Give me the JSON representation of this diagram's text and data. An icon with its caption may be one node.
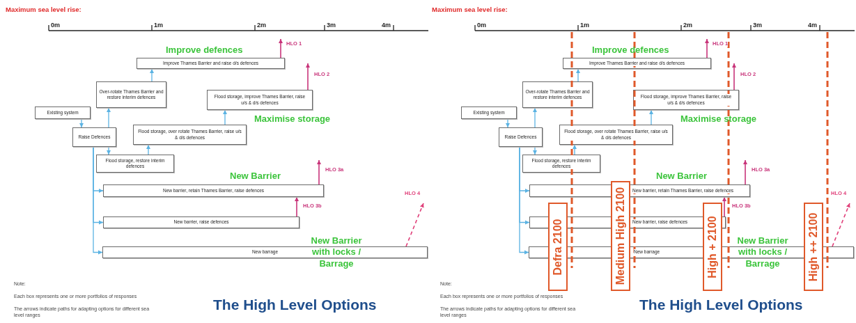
{
  "diagram": {
    "nodes": [
      {
        "text": [
          "Existing system"
        ]
      },
      {
        "text": [
          "Raise Defences"
        ]
      },
      {
        "text": [
          "Over-rotate Thames Barrier and restore interim defences"
        ]
      },
      {
        "text": [
          "Flood storage, restore interim defences"
        ]
      },
      {
        "text": [
          "Improve Thames Barrier and raise d/s defences"
        ]
      },
      {
        "text": [
          "Flood storage, over rotate Thames Barrier, raise u/s & d/s defences"
        ]
      },
      {
        "text": [
          "Flood storage, improve Thames Barrier, raise u/s & d/s defences"
        ]
      },
      {
        "text": [
          "New barrier, retain Thames Barrier, raise defences"
        ]
      },
      {
        "text": [
          "New barrier, raise defences"
        ]
      },
      {
        "text": [
          "New barrage"
        ]
      },
      {
        "text": [
          "Existing system"
        ]
      },
      {
        "text": [
          "Raise Defences"
        ]
      },
      {
        "text": [
          "Over-rotate Thames Barrier and restore interim defences"
        ]
      },
      {
        "text": [
          "Flood storage, restore interim defences"
        ]
      },
      {
        "text": [
          "Improve Thames Barrier and raise d/s defences"
        ]
      },
      {
        "text": [
          "Flood storage, over rotate Thames Barrier, raise u/s & d/s defences"
        ]
      },
      {
        "text": [
          "Flood storage, improve Thames Barrier, raise u/s & d/s defences"
        ]
      },
      {
        "text": [
          "New barrier, retain Thames Barrier, raise defences"
        ]
      },
      {
        "text": [
          "New barrier, raise defences"
        ]
      },
      {
        "text": [
          "New barrage"
        ]
      },
      {
        "text": [
          "Defra 2100"
        ]
      },
      {
        "text": [
          "Medium High 2100"
        ]
      },
      {
        "text": [
          "High + 2100"
        ]
      },
      {
        "text": [
          "High ++ 2100"
        ]
      }
    ],
    "edges": [
      {
        "from": 0,
        "to": 1,
        "arrow": "to"
      },
      {
        "from": 1,
        "to": 2,
        "arrow": "to"
      },
      {
        "from": 2,
        "to": 4,
        "arrow": "to"
      },
      {
        "from": 1,
        "to": 3,
        "arrow": "to"
      },
      {
        "from": 3,
        "to": 5,
        "arrow": "to"
      },
      {
        "from": 5,
        "to": 6,
        "arrow": "to"
      },
      {
        "from": 1,
        "to": 7,
        "arrow": "to"
      },
      {
        "from": 1,
        "to": 8,
        "arrow": "to"
      },
      {
        "from": 1,
        "to": 9,
        "arrow": "to"
      },
      {
        "from": 4,
        "to": null,
        "arrow": "to",
        "label": "HLO 1",
        "color": "#c8347a"
      },
      {
        "from": 6,
        "to": null,
        "arrow": "to",
        "label": "HLO 2",
        "color": "#c8347a"
      },
      {
        "from": 7,
        "to": null,
        "arrow": "to",
        "label": "HLO 3a",
        "color": "#c8347a"
      },
      {
        "from": 8,
        "to": 7,
        "arrow": "to",
        "label": "HLO 3b",
        "color": "#c8347a"
      },
      {
        "from": 9,
        "to": null,
        "arrow": "to",
        "label": "HLO 4",
        "color": "#e0407a",
        "style": "dashed"
      },
      {
        "from": 10,
        "to": 11,
        "arrow": "to"
      },
      {
        "from": 11,
        "to": 12,
        "arrow": "to"
      },
      {
        "from": 12,
        "to": 14,
        "arrow": "to"
      },
      {
        "from": 11,
        "to": 13,
        "arrow": "to"
      },
      {
        "from": 13,
        "to": 15,
        "arrow": "to"
      },
      {
        "from": 15,
        "to": 16,
        "arrow": "to"
      },
      {
        "from": 11,
        "to": 17,
        "arrow": "to"
      },
      {
        "from": 11,
        "to": 18,
        "arrow": "to"
      },
      {
        "from": 11,
        "to": 19,
        "arrow": "to"
      },
      {
        "from": 14,
        "to": null,
        "arrow": "to",
        "label": "HLO 1",
        "color": "#c8347a"
      },
      {
        "from": 16,
        "to": null,
        "arrow": "to",
        "label": "HLO 2",
        "color": "#c8347a"
      },
      {
        "from": 17,
        "to": null,
        "arrow": "to",
        "label": "HLO 3a",
        "color": "#c8347a"
      },
      {
        "from": 18,
        "to": 17,
        "arrow": "to",
        "label": "HLO 3b",
        "color": "#c8347a"
      },
      {
        "from": 19,
        "to": null,
        "arrow": "to",
        "label": "HLO 4",
        "color": "#e0407a",
        "style": "dashed"
      }
    ],
    "labels": [
      "Maximum sea level rise:",
      "0m",
      "1m",
      "2m",
      "3m",
      "4m",
      "Improve defences",
      "Maximise storage",
      "New Barrier",
      "New Barrier with locks / Barrage",
      "Note:",
      "Each box represents one or more portfolios of responses",
      "The arrows indicate paths for adapting options for different sea level ranges",
      "The High Level Options",
      "Maximum sea level rise:",
      "0m",
      "1m",
      "2m",
      "3m",
      "4m",
      "Improve defences",
      "Maximise storage",
      "New Barrier",
      "New Barrier with locks / Barrage",
      "Note:",
      "Each box represents one or more portfolios of responses",
      "The arrows indicate paths for adapting options for different sea level ranges",
      "The High Level Options"
    ]
  }
}
